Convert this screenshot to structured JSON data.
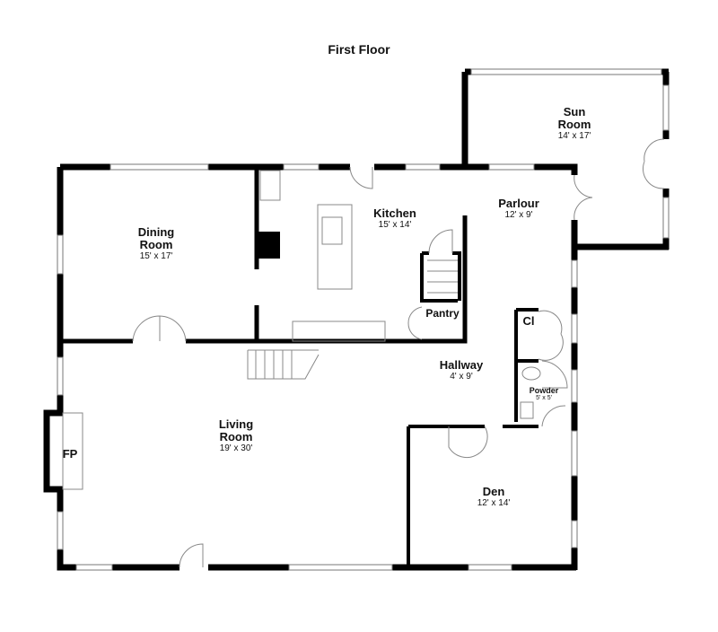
{
  "title": "First Floor",
  "rooms": [
    {
      "name": "Sun Room",
      "name_lines": [
        "Sun",
        "Room"
      ],
      "dims": "14' x 17'"
    },
    {
      "name": "Dining Room",
      "name_lines": [
        "Dining",
        "Room"
      ],
      "dims": "15' x 17'"
    },
    {
      "name": "Kitchen",
      "dims": "15' x 14'"
    },
    {
      "name": "Parlour",
      "dims": "12' x 9'"
    },
    {
      "name": "Pantry"
    },
    {
      "name": "Cl"
    },
    {
      "name": "Hallway",
      "dims": "4' x 9'"
    },
    {
      "name": "Powder",
      "dims": "5' x 5'"
    },
    {
      "name": "Living Room",
      "name_lines": [
        "Living",
        "Room"
      ],
      "dims": "19' x 30'"
    },
    {
      "name": "FP"
    },
    {
      "name": "Den",
      "dims": "12' x 14'"
    }
  ]
}
